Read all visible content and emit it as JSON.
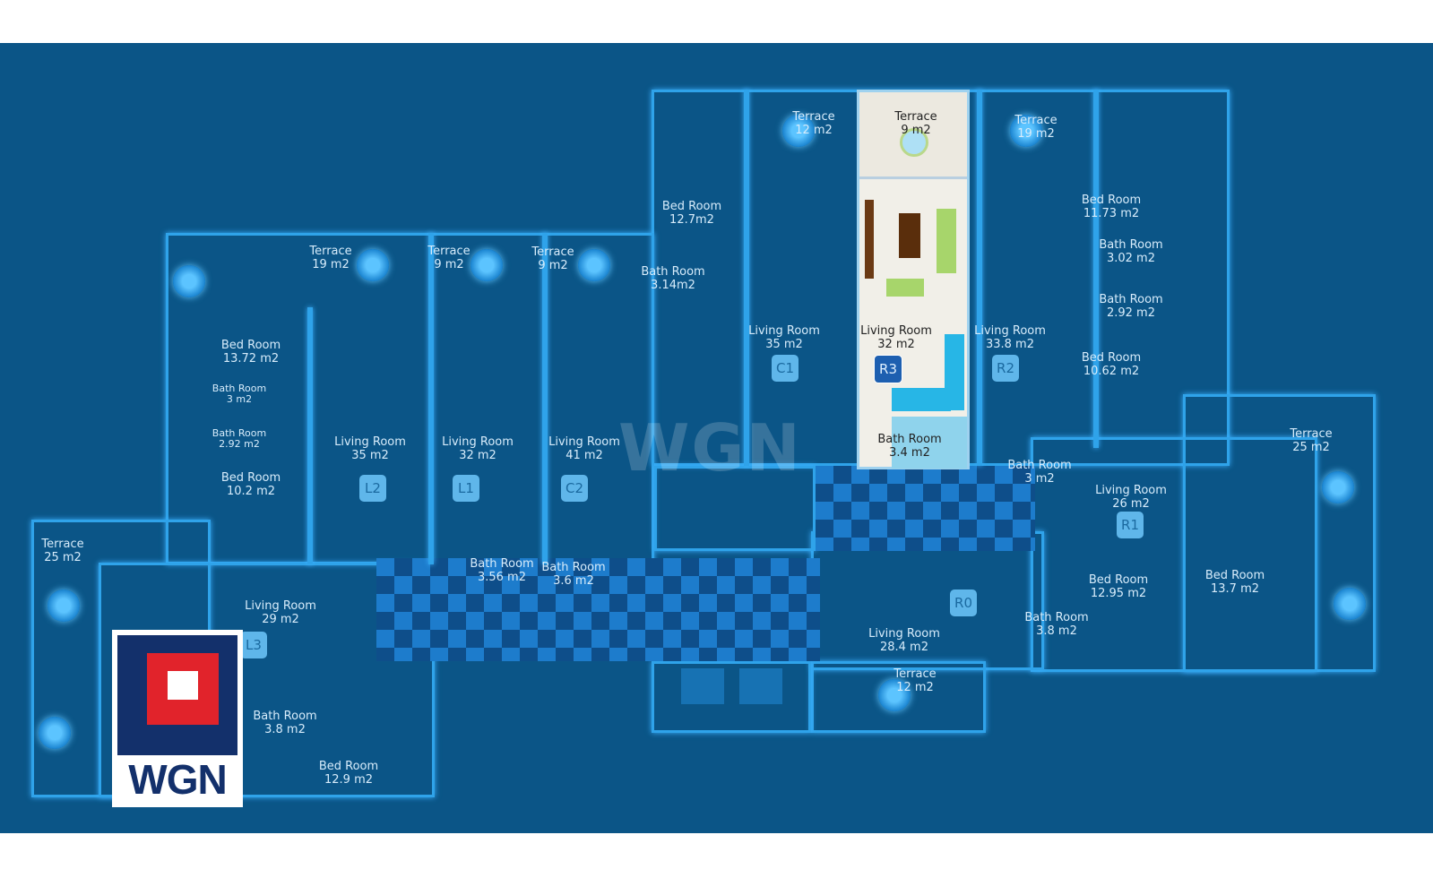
{
  "watermark": "WGN",
  "logo": {
    "text": "WGN",
    "colors": {
      "navy": "#13306b",
      "red": "#e1232b"
    }
  },
  "units": [
    {
      "id": "L3",
      "selected": false
    },
    {
      "id": "L2",
      "selected": false
    },
    {
      "id": "L1",
      "selected": false
    },
    {
      "id": "C2",
      "selected": false
    },
    {
      "id": "C1",
      "selected": false
    },
    {
      "id": "R3",
      "selected": true
    },
    {
      "id": "R2",
      "selected": false
    },
    {
      "id": "R1",
      "selected": false
    },
    {
      "id": "R0",
      "selected": false
    }
  ],
  "rooms": [
    {
      "name": "Terrace",
      "area": "12 m2"
    },
    {
      "name": "Terrace",
      "area": "9 m2"
    },
    {
      "name": "Terrace",
      "area": "19 m2"
    },
    {
      "name": "Bed Room",
      "area": "12.7m2"
    },
    {
      "name": "Bed Room",
      "area": "11.73 m2"
    },
    {
      "name": "Bath Room",
      "area": "3.14m2"
    },
    {
      "name": "Bath Room",
      "area": "3.02 m2"
    },
    {
      "name": "Bath Room",
      "area": "2.92 m2"
    },
    {
      "name": "Living Room",
      "area": "35 m2"
    },
    {
      "name": "Living Room",
      "area": "32 m2"
    },
    {
      "name": "Living Room",
      "area": "33.8 m2"
    },
    {
      "name": "Bed Room",
      "area": "10.62 m2"
    },
    {
      "name": "Terrace",
      "area": "19 m2"
    },
    {
      "name": "Terrace",
      "area": "9 m2"
    },
    {
      "name": "Terrace",
      "area": "9 m2"
    },
    {
      "name": "Bed Room",
      "area": "13.72 m2"
    },
    {
      "name": "Bath Room",
      "area": "3 m2"
    },
    {
      "name": "Bath Room",
      "area": "2.92 m2"
    },
    {
      "name": "Living Room",
      "area": "35 m2"
    },
    {
      "name": "Living Room",
      "area": "32 m2"
    },
    {
      "name": "Living Room",
      "area": "41 m2"
    },
    {
      "name": "Bath Room",
      "area": "3.4 m2"
    },
    {
      "name": "Terrace",
      "area": "25 m2"
    },
    {
      "name": "Bath Room",
      "area": "3 m2"
    },
    {
      "name": "Living Room",
      "area": "26 m2"
    },
    {
      "name": "Bed Room",
      "area": "10.2 m2"
    },
    {
      "name": "Terrace",
      "area": "25 m2"
    },
    {
      "name": "Bath Room",
      "area": "3.56 m2"
    },
    {
      "name": "Bath Room",
      "area": "3.6 m2"
    },
    {
      "name": "Bed Room",
      "area": "12.95 m2"
    },
    {
      "name": "Bed Room",
      "area": "13.7 m2"
    },
    {
      "name": "Living Room",
      "area": "29 m2"
    },
    {
      "name": "Bath Room",
      "area": "3.8 m2"
    },
    {
      "name": "Living Room",
      "area": "28.4 m2"
    },
    {
      "name": "Terrace",
      "area": "12 m2"
    },
    {
      "name": "Bath Room",
      "area": "3.8 m2"
    },
    {
      "name": "Bed Room",
      "area": "12.9 m2"
    }
  ]
}
